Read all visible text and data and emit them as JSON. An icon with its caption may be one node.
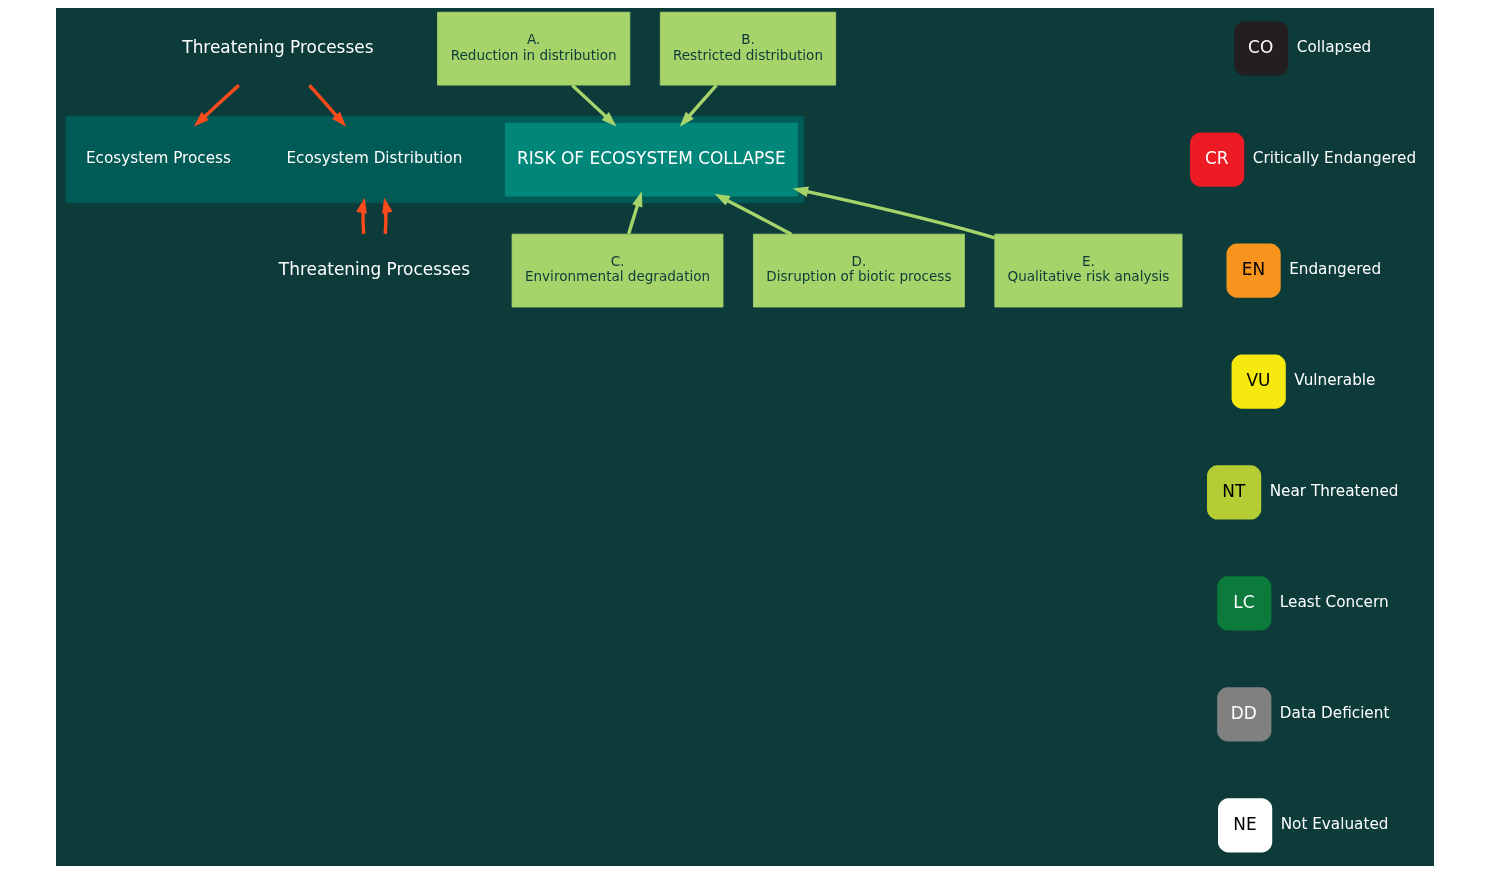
{
  "diagram": {
    "nodes": [
      {
        "text": [
          "Threatening Processes"
        ]
      },
      {
        "text": [],
        "shape": "box"
      },
      {
        "text": [
          "Ecosystem Distribution"
        ],
        "in": 1
      },
      {
        "text": [
          "Ecosystem Process"
        ],
        "in": 1
      },
      {
        "text": [
          "A.",
          "Reduction in distribution"
        ]
      },
      {
        "text": [
          "C.",
          "Environmental degradation"
        ]
      },
      {
        "text": [
          "RISK OF ECOSYSTEM COLLAPSE"
        ],
        "in": 1
      },
      {
        "text": [
          "B.",
          "Restricted distribution"
        ]
      },
      {
        "text": [
          "D.",
          "Disruption of biotic process"
        ]
      },
      {
        "text": [
          "E.",
          "Qualitative risk analysis"
        ]
      },
      {
        "text": [
          "Threatening Processes"
        ]
      }
    ],
    "edges": [
      {
        "from": 0,
        "to": 2,
        "arrow": "to",
        "color": "#ff4a1c"
      },
      {
        "from": 0,
        "to": 3,
        "arrow": "to",
        "color": "#ff4a1c"
      },
      {
        "from": 10,
        "to": 1,
        "arrow": "to",
        "color": "#ff4a1c"
      },
      {
        "from": 10,
        "to": 1,
        "arrow": "to",
        "color": "#ff4a1c"
      },
      {
        "from": 4,
        "to": 6,
        "arrow": "to"
      },
      {
        "from": 7,
        "to": 6,
        "arrow": "to"
      },
      {
        "from": 5,
        "to": 6,
        "arrow": "to"
      },
      {
        "from": 8,
        "to": 6,
        "arrow": "to"
      },
      {
        "from": 9,
        "to": 6,
        "arrow": "to"
      }
    ],
    "labels": [
      "CO",
      "CR",
      "EN",
      "VU",
      "NT",
      "LC",
      "DD",
      "NE"
    ],
    "legend": [
      {
        "text": "Collapsed",
        "color": "#231f20"
      },
      {
        "text": "Critically Endangered",
        "color": "#ed1c24"
      },
      {
        "text": "Endangered",
        "color": "#f7941d"
      },
      {
        "text": "Vulnerable",
        "color": "#f5e90f"
      },
      {
        "text": "Near Threatened",
        "color": "#b5cc34"
      },
      {
        "text": "Least Concern",
        "color": "#0b7a3a"
      },
      {
        "text": "Data Deficient",
        "color": "#808080"
      },
      {
        "text": "Not Evaluated",
        "color": "#ffffff"
      }
    ]
  }
}
